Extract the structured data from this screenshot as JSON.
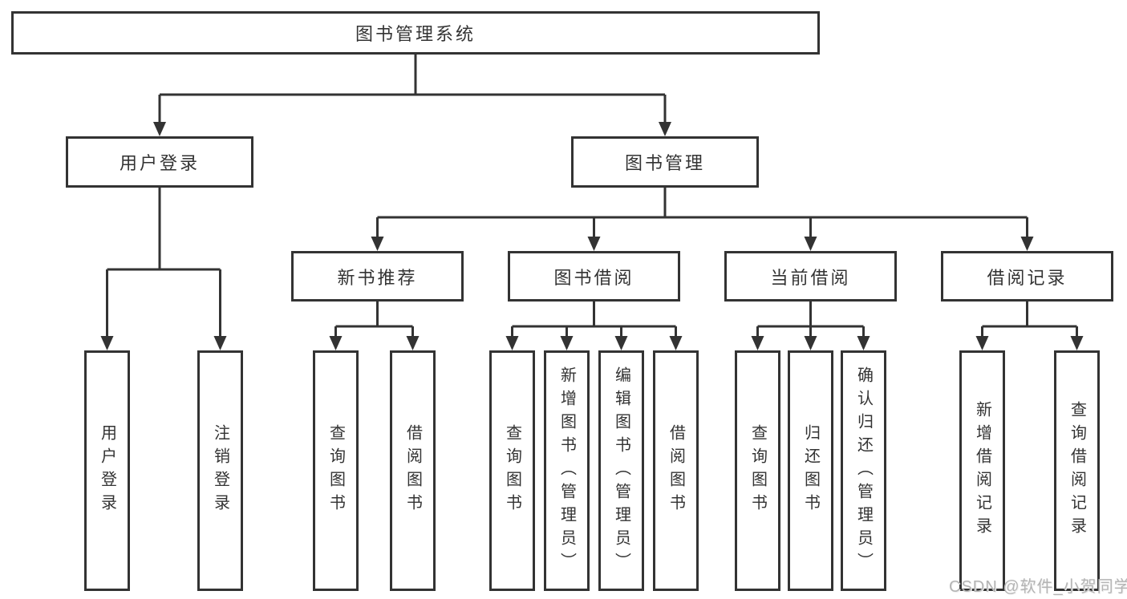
{
  "diagram": {
    "type": "hierarchy-tree",
    "line_color": "#333333",
    "text_color": "#333333",
    "background_color": "#ffffff"
  },
  "nodes": {
    "root": {
      "label": "图书管理系统"
    },
    "login": {
      "label": "用户登录"
    },
    "mgmt": {
      "label": "图书管理"
    },
    "newbook": {
      "label": "新书推荐"
    },
    "borrow": {
      "label": "图书借阅"
    },
    "current": {
      "label": "当前借阅"
    },
    "records": {
      "label": "借阅记录"
    },
    "login_leaves": [
      {
        "label": "用户登录"
      },
      {
        "label": "注销登录"
      }
    ],
    "newbook_leaves": [
      {
        "label": "查询图书"
      },
      {
        "label": "借阅图书"
      }
    ],
    "borrow_leaves": [
      {
        "label": "查询图书"
      },
      {
        "label": "新增图书（管理员）"
      },
      {
        "label": "编辑图书（管理员）"
      },
      {
        "label": "借阅图书"
      }
    ],
    "current_leaves": [
      {
        "label": "查询图书"
      },
      {
        "label": "归还图书"
      },
      {
        "label": "确认归还（管理员）"
      }
    ],
    "records_leaves": [
      {
        "label": "新增借阅记录"
      },
      {
        "label": "查询借阅记录"
      }
    ]
  },
  "watermark": {
    "text": "CSDN @软件_小贺同学",
    "color": "#b4b4b4"
  }
}
